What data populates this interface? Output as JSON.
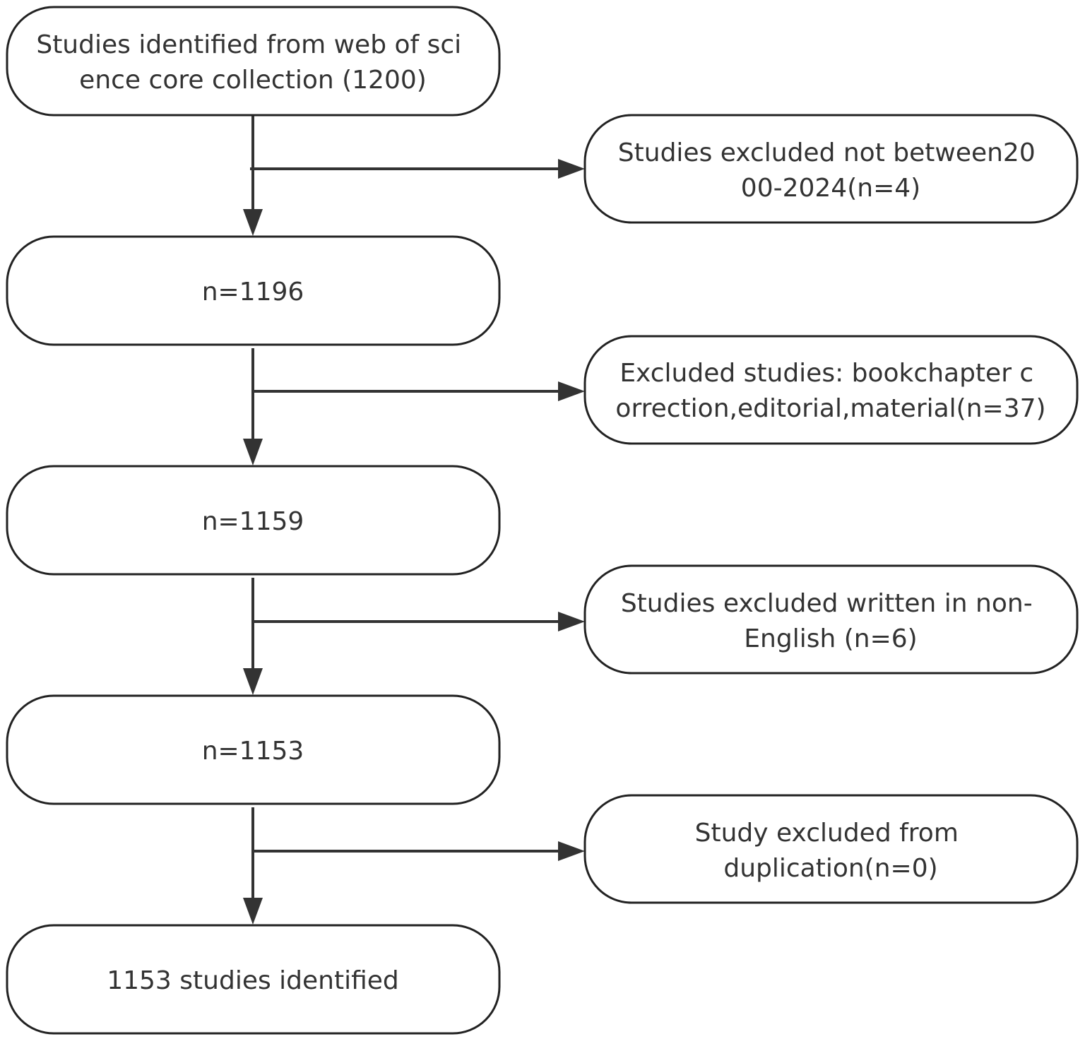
{
  "main_steps": [
    {
      "lines": [
        "Studies identified from web of sci",
        "ence core collection (1200)"
      ]
    },
    {
      "lines": [
        "n=1196"
      ]
    },
    {
      "lines": [
        "n=1159"
      ]
    },
    {
      "lines": [
        "n=1153"
      ]
    },
    {
      "lines": [
        "1153 studies identified"
      ]
    }
  ],
  "exclusions": [
    {
      "lines": [
        "Studies excluded not between20",
        "00-2024(n=4)"
      ]
    },
    {
      "lines": [
        "Excluded studies: bookchapter c",
        "orrection,editorial,material(n=37)"
      ]
    },
    {
      "lines": [
        "Studies excluded written in non-",
        "English (n=6)"
      ]
    },
    {
      "lines": [
        "Study excluded from",
        "duplication(n=0)"
      ]
    }
  ]
}
